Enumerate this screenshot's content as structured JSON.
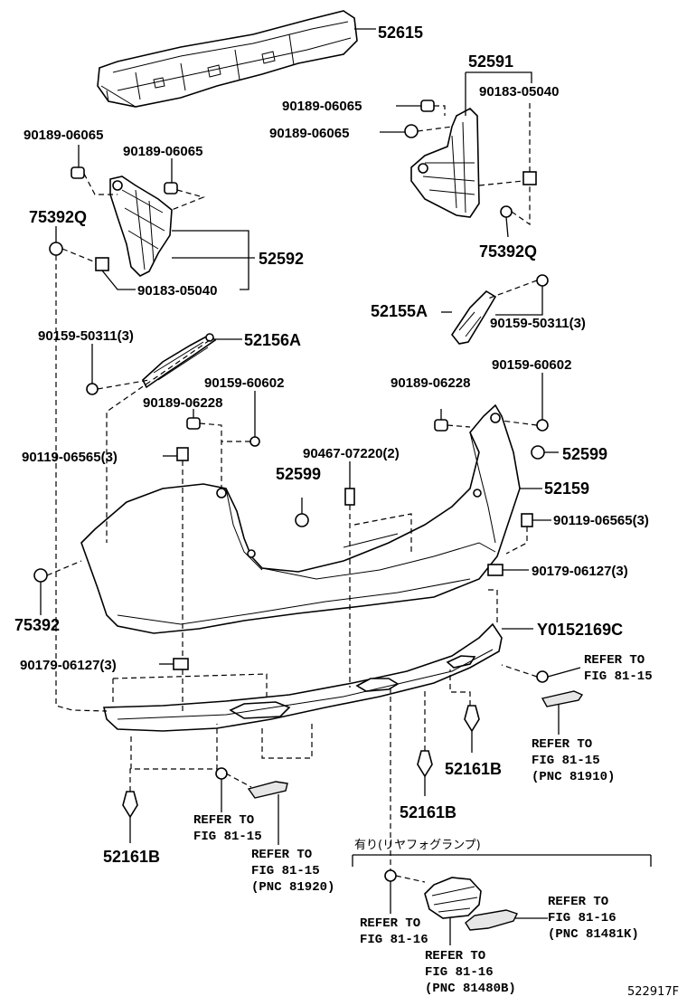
{
  "labels": {
    "p52615": "52615",
    "p52591": "52591",
    "p90183_05040_r": "90183-05040",
    "p90189_06065_r1": "90189-06065",
    "p90189_06065_r2": "90189-06065",
    "p75392Q_r": "75392Q",
    "p90189_06065_l1": "90189-06065",
    "p90189_06065_l2": "90189-06065",
    "p75392Q_l": "75392Q",
    "p52592": "52592",
    "p90183_05040_l": "90183-05040",
    "p52155A": "52155A",
    "p90159_50311_r": "90159-50311(3)",
    "p90159_50311_l": "90159-50311(3)",
    "p52156A": "52156A",
    "p90159_60602_l": "90159-60602",
    "p90189_06228_l": "90189-06228",
    "p90189_06228_r": "90189-06228",
    "p90159_60602_r": "90159-60602",
    "p90119_06565_l": "90119-06565(3)",
    "p90467_07220": "90467-07220(2)",
    "p52599_r": "52599",
    "p52599_c": "52599",
    "p52159": "52159",
    "p90119_06565_r": "90119-06565(3)",
    "p90179_06127_r": "90179-06127(3)",
    "p75392": "75392",
    "pY0152169C": "Y0152169C",
    "p90179_06127_l": "90179-06127(3)",
    "p52161B_r": "52161B",
    "p52161B_c": "52161B",
    "p52161B_l": "52161B",
    "option_note": "有り(リヤフォグランプ)",
    "code": "522917F"
  },
  "refs": {
    "r1": [
      "REFER TO",
      "FIG 81-15"
    ],
    "r2": [
      "REFER TO",
      "FIG 81-15",
      "(PNC 81910)"
    ],
    "r3": [
      "REFER TO",
      "FIG 81-15"
    ],
    "r4": [
      "REFER TO",
      "FIG 81-15",
      "(PNC 81920)"
    ],
    "r5": [
      "REFER TO",
      "FIG 81-16",
      "(PNC 81481K)"
    ],
    "r6": [
      "REFER TO",
      "FIG 81-16"
    ],
    "r7": [
      "REFER TO",
      "FIG 81-16",
      "(PNC 81480B)"
    ]
  }
}
